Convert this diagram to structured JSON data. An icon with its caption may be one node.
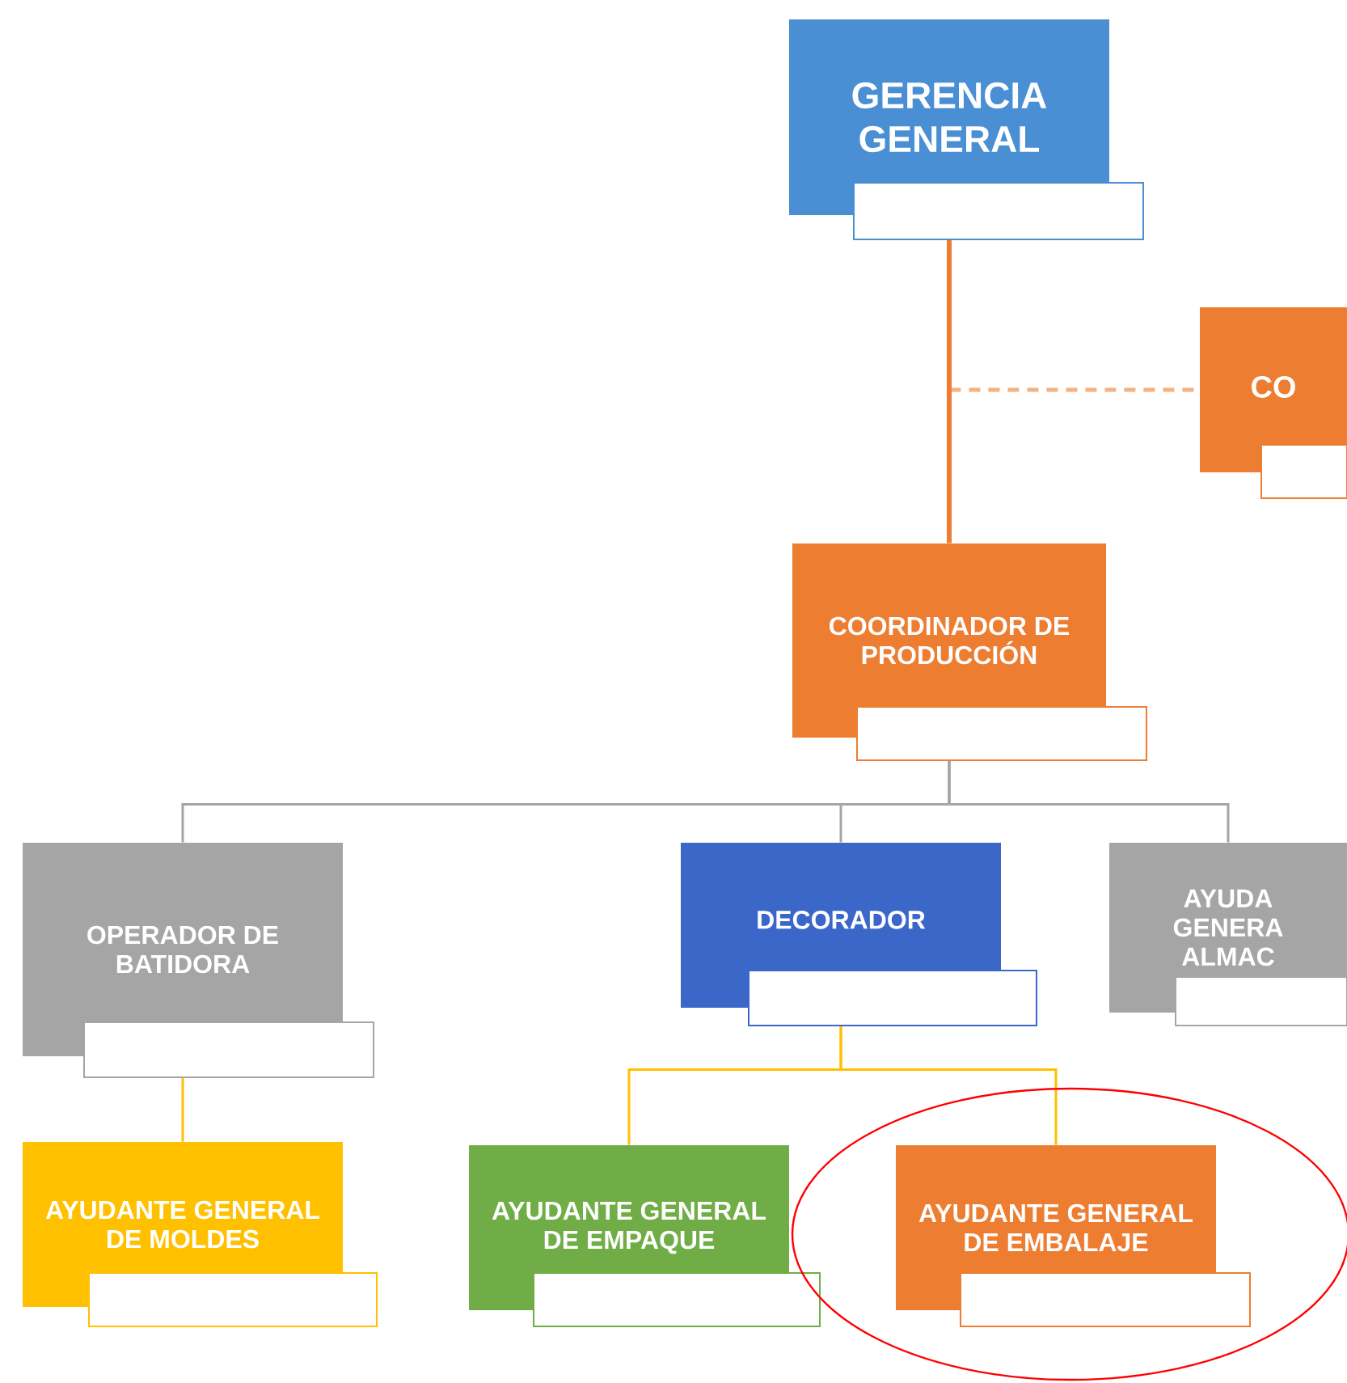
{
  "diagram": {
    "nodes": [
      {
        "text": [
          "GERENCIA GENERAL"
        ]
      },
      {
        "text": [
          "CO"
        ]
      },
      {
        "text": [
          "COORDINADOR DE PRODUCCIÓN"
        ]
      },
      {
        "text": [
          "OPERADOR DE BATIDORA"
        ]
      },
      {
        "text": [
          "DECORADOR"
        ]
      },
      {
        "text": [
          "AYUDA GENERA ALMAC"
        ]
      },
      {
        "text": [
          "AYUDANTE GENERAL DE MOLDES"
        ]
      },
      {
        "text": [
          "AYUDANTE GENERAL DE EMPAQUE"
        ]
      },
      {
        "text": [
          "AYUDANTE GENERAL DE EMBALAJE"
        ]
      }
    ],
    "edges": [
      {
        "from": 0,
        "to": 2,
        "arrow": "none",
        "style": "thick",
        "color": "#ed7d31"
      },
      {
        "from": 0,
        "to": 1,
        "arrow": "none",
        "style": "dashed",
        "color": "#f4b183"
      },
      {
        "from": 2,
        "to": 3,
        "arrow": "none",
        "color": "#a5a5a5"
      },
      {
        "from": 2,
        "to": 4,
        "arrow": "none",
        "color": "#a5a5a5"
      },
      {
        "from": 2,
        "to": 5,
        "arrow": "none",
        "color": "#a5a5a5"
      },
      {
        "from": 3,
        "to": 6,
        "arrow": "none",
        "color": "#ffc000"
      },
      {
        "from": 4,
        "to": 7,
        "arrow": "none",
        "color": "#ffc000"
      },
      {
        "from": 4,
        "to": 8,
        "arrow": "none",
        "color": "#ffc000"
      }
    ]
  }
}
